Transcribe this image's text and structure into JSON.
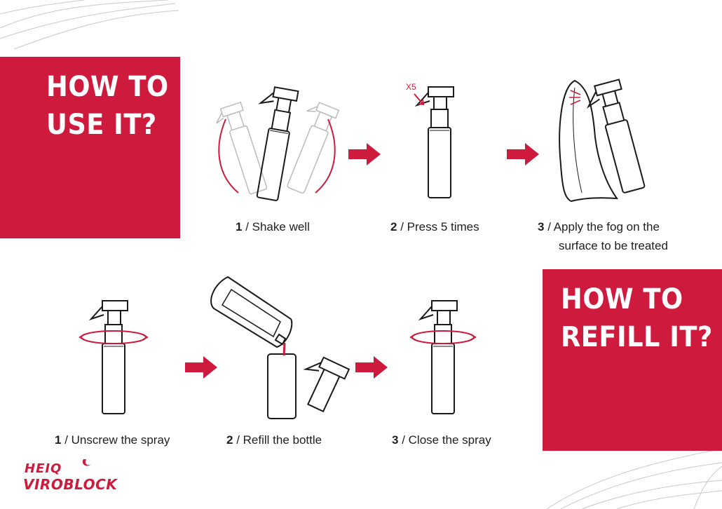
{
  "use_section": {
    "title_line1": "HOW TO",
    "title_line2": "USE IT?",
    "steps": [
      {
        "num": "1",
        "sep": " / ",
        "text": "Shake well"
      },
      {
        "num": "2",
        "sep": " / ",
        "text": "Press 5 times"
      },
      {
        "num": "3",
        "sep": " / ",
        "text": "Apply the fog on the",
        "text2": "surface to be treated"
      }
    ],
    "press_count_label": "X5"
  },
  "refill_section": {
    "title_line1": "HOW TO",
    "title_line2": "REFILL IT?",
    "steps": [
      {
        "num": "1",
        "sep": " / ",
        "text": "Unscrew the spray"
      },
      {
        "num": "2",
        "sep": " / ",
        "text": "Refill the bottle"
      },
      {
        "num": "3",
        "sep": " / ",
        "text": "Close the spray"
      }
    ]
  },
  "brand": {
    "line1": "HEIQ",
    "line2": "VIROBLOCK",
    "accent_color": "#cd1a3d"
  },
  "icons": [
    "shake-bottle-icon",
    "press-bottle-icon",
    "spray-cloth-icon",
    "unscrew-bottle-icon",
    "refill-pouch-icon",
    "close-bottle-icon",
    "right-arrow-icon"
  ]
}
